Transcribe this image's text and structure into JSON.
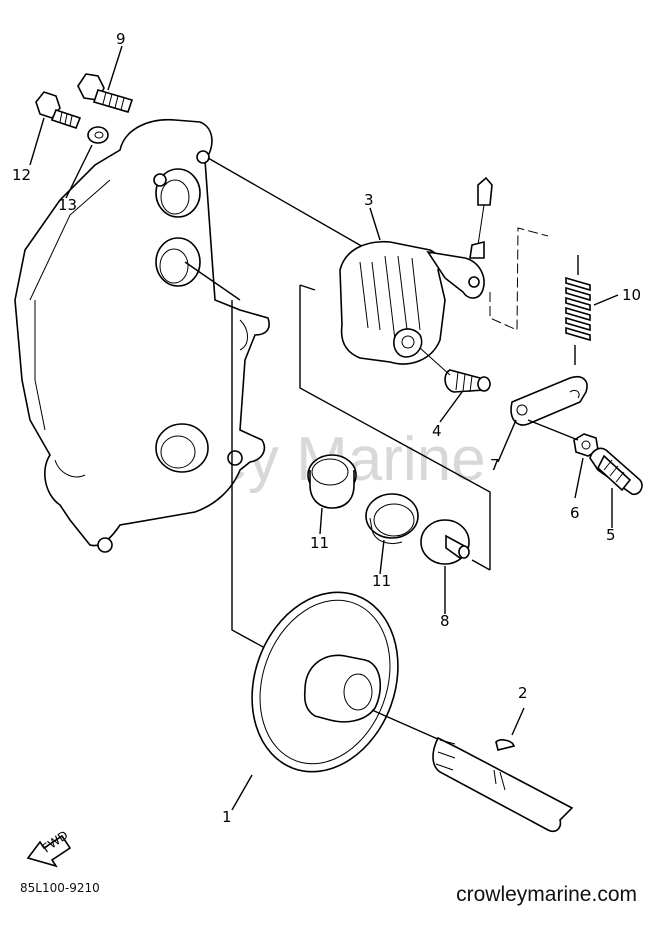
{
  "watermark_text": "Crowley Marine",
  "diagram_code": "85L100-9210",
  "site_url": "crowleymarine.com",
  "fwd_label": "FWD",
  "callouts": {
    "c1": "1",
    "c2": "2",
    "c3": "3",
    "c4": "4",
    "c5": "5",
    "c6": "6",
    "c7": "7",
    "c8": "8",
    "c9": "9",
    "c10": "10",
    "c11a": "11",
    "c11b": "11",
    "c12": "12",
    "c13": "13"
  }
}
